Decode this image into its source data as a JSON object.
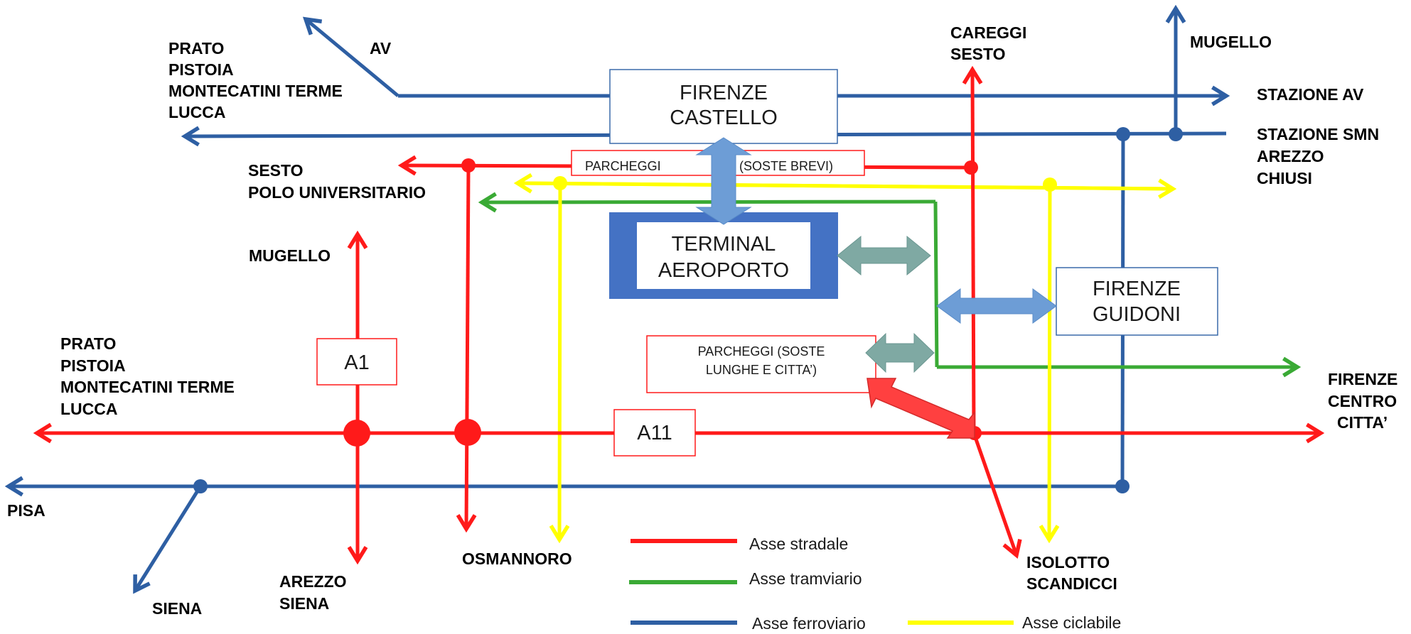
{
  "colors": {
    "road": "#ff1a1a",
    "tram": "#3aaa35",
    "rail": "#2e5fa3",
    "cycle": "#ffff00",
    "terminal_fill": "#4472c4",
    "arrow_teal": "#7fa9a3",
    "arrow_blue": "#6d9dd6",
    "arrow_red": "#ff4040"
  },
  "labels": {
    "prato_top": [
      "PRATO",
      "PISTOIA",
      "MONTECATINI TERME",
      "LUCCA"
    ],
    "av": "AV",
    "careggi": [
      "CAREGGI",
      "SESTO"
    ],
    "mugello_top": "MUGELLO",
    "stazione_av": "STAZIONE AV",
    "stazione_smn": [
      "STAZIONE SMN",
      "AREZZO",
      "CHIUSI"
    ],
    "sesto_polo": [
      "SESTO",
      "POLO UNIVERSITARIO"
    ],
    "mugello_left": "MUGELLO",
    "prato_mid": [
      "PRATO",
      "PISTOIA",
      "MONTECATINI TERME",
      "LUCCA"
    ],
    "firenze_centro": [
      "FIRENZE",
      "CENTRO",
      "CITTA’"
    ],
    "pisa": "PISA",
    "siena": "SIENA",
    "arezzo_siena": [
      "AREZZO",
      "SIENA"
    ],
    "osmannoro": "OSMANNORO",
    "isolotto": [
      "ISOLOTTO",
      "SCANDICCI"
    ]
  },
  "boxes": {
    "castello": [
      "FIRENZE",
      "CASTELLO"
    ],
    "terminal": [
      "TERMINAL",
      "AEROPORTO"
    ],
    "guidoni": [
      "FIRENZE",
      "GUIDONI"
    ],
    "parcheggi_brevi_a": "PARCHEGGI",
    "parcheggi_brevi_b": "(SOSTE BREVI)",
    "parcheggi_lunghe": [
      "PARCHEGGI (SOSTE",
      "LUNGHE E CITTA’)"
    ],
    "a1": "A1",
    "a11": "A11"
  },
  "legend": {
    "road": "Asse stradale",
    "tram": "Asse tramviario",
    "rail": "Asse ferroviario",
    "cycle": "Asse ciclabile"
  }
}
